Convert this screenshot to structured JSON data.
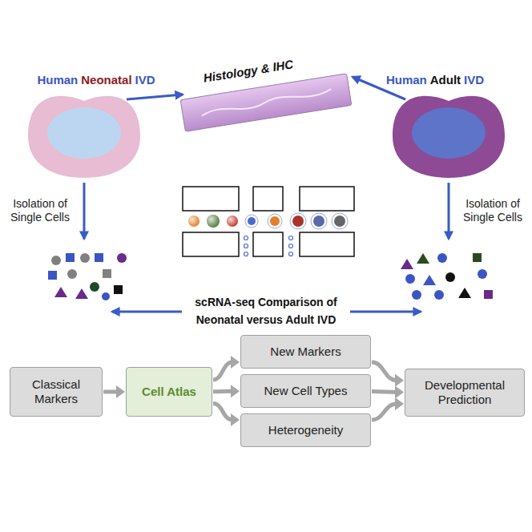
{
  "diagram": {
    "nodes": [
      {
        "text": [
          "Classical Markers"
        ]
      },
      {
        "text": [
          "Cell Atlas"
        ]
      },
      {
        "text": [
          "New Markers"
        ]
      },
      {
        "text": [
          "New Cell Types"
        ]
      },
      {
        "text": [
          "Heterogeneity"
        ]
      },
      {
        "text": [
          "Developmental Prediction"
        ]
      }
    ],
    "edges": [
      {
        "from": 0,
        "to": 1,
        "arrow": "to"
      },
      {
        "from": 1,
        "to": 2,
        "arrow": "to"
      },
      {
        "from": 1,
        "to": 3,
        "arrow": "to"
      },
      {
        "from": 1,
        "to": 4,
        "arrow": "to"
      },
      {
        "from": 2,
        "to": 5,
        "arrow": "to"
      },
      {
        "from": 3,
        "to": 5,
        "arrow": "to"
      },
      {
        "from": 4,
        "to": 5,
        "arrow": "to"
      }
    ],
    "labels": [
      "Human",
      "Neonatal",
      "IVD",
      "Histology & IHC",
      "Human",
      "Adult",
      "IVD",
      "Isolation of Single Cells",
      "Isolation of Single Cells",
      "scRNA-seq Comparison of Neonatal versus Adult IVD"
    ]
  }
}
